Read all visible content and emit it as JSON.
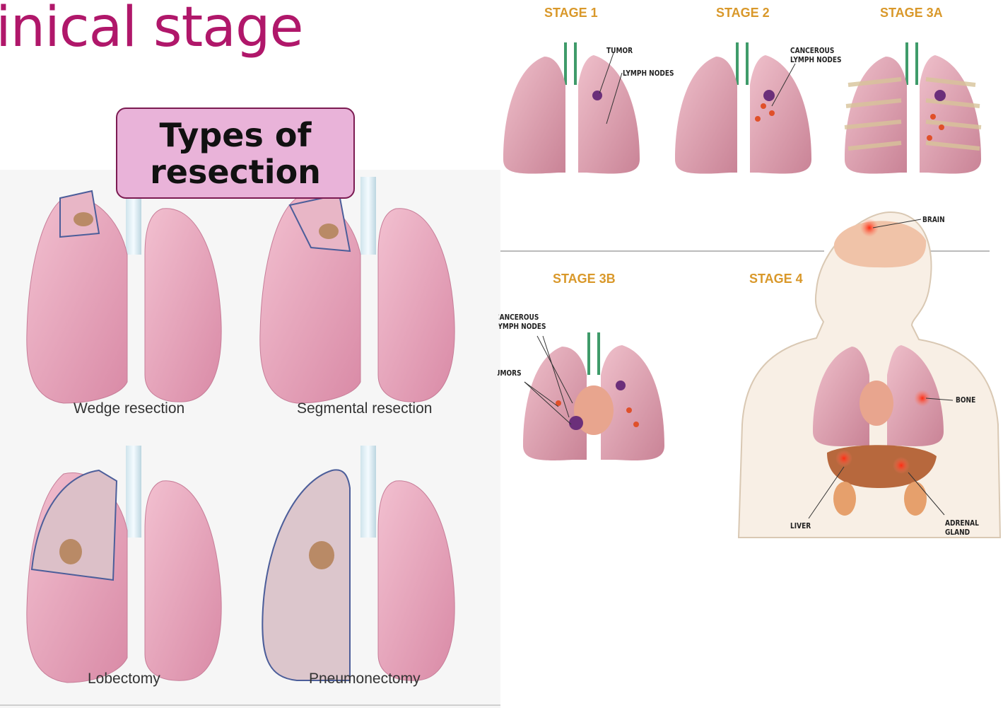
{
  "title": "inical stage",
  "resection_box": {
    "line1": "Types of",
    "line2": "resection"
  },
  "resection_captions": {
    "wedge": "Wedge resection",
    "segmental": "Segmental resection",
    "lobectomy": "Lobectomy",
    "pneumonectomy": "Pneumonectomy"
  },
  "stages": {
    "s1": "STAGE 1",
    "s2": "STAGE 2",
    "s3a": "STAGE 3A",
    "s3b": "STAGE 3B",
    "s4": "STAGE 4"
  },
  "labels": {
    "tumor": "TUMOR",
    "lymph_nodes": "LYMPH NODES",
    "cancerous_1": "CANCEROUS",
    "cancerous_2": "LYMPH NODES",
    "cancerous_3b_1": "CANCEROUS",
    "cancerous_3b_2": "LYMPH NODES",
    "tumors": "TUMORS",
    "brain": "BRAIN",
    "bone": "BONE",
    "liver": "LIVER",
    "adrenal_1": "ADRENAL",
    "adrenal_2": "GLAND"
  },
  "colors": {
    "title": "#b0176a",
    "box_fill": "#e9b3d9",
    "box_border": "#7b1b52",
    "stage": "#d9982a",
    "lung": "#e4a3b8"
  }
}
